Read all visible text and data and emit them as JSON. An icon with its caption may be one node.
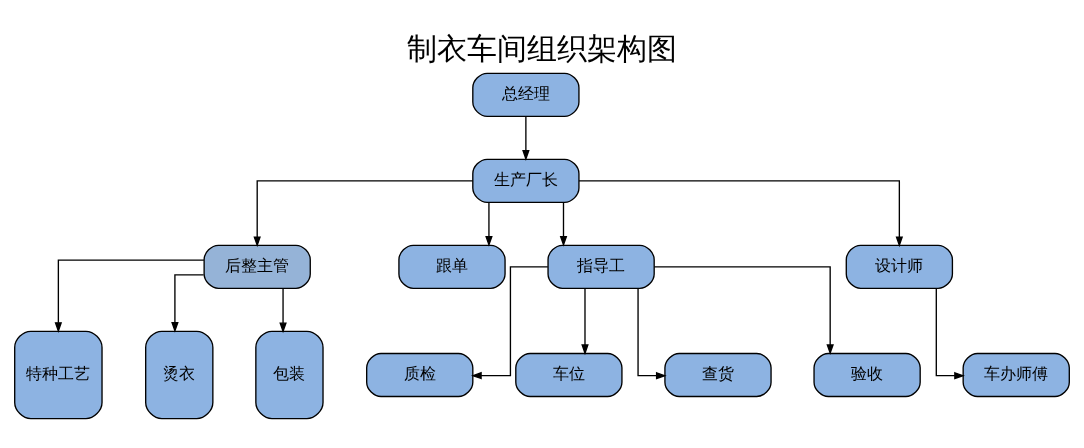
{
  "diagram": {
    "title": "制衣车间组织架构图",
    "nodes": [
      {
        "text": [
          "总经理"
        ]
      },
      {
        "text": [
          "生产厂长"
        ]
      },
      {
        "text": [
          "后整主管"
        ]
      },
      {
        "text": [
          "跟单"
        ]
      },
      {
        "text": [
          "指导工"
        ]
      },
      {
        "text": [
          "设计师"
        ]
      },
      {
        "text": [
          "特种工艺"
        ]
      },
      {
        "text": [
          "烫衣"
        ]
      },
      {
        "text": [
          "包装"
        ]
      },
      {
        "text": [
          "质检"
        ]
      },
      {
        "text": [
          "车位"
        ]
      },
      {
        "text": [
          "查货"
        ]
      },
      {
        "text": [
          "验收"
        ]
      },
      {
        "text": [
          "车办师傅"
        ]
      }
    ],
    "edges": [
      {
        "from": 0,
        "to": 1,
        "arrow": "to"
      },
      {
        "from": 1,
        "to": 2,
        "arrow": "to"
      },
      {
        "from": 1,
        "to": 3,
        "arrow": "to"
      },
      {
        "from": 1,
        "to": 4,
        "arrow": "to"
      },
      {
        "from": 1,
        "to": 5,
        "arrow": "to"
      },
      {
        "from": 2,
        "to": 6,
        "arrow": "to"
      },
      {
        "from": 2,
        "to": 7,
        "arrow": "to"
      },
      {
        "from": 2,
        "to": 8,
        "arrow": "to"
      },
      {
        "from": 4,
        "to": 9,
        "arrow": "to"
      },
      {
        "from": 4,
        "to": 10,
        "arrow": "to"
      },
      {
        "from": 4,
        "to": 11,
        "arrow": "to"
      },
      {
        "from": 4,
        "to": 12,
        "arrow": "to"
      },
      {
        "from": 5,
        "to": 13,
        "arrow": "to"
      }
    ]
  }
}
